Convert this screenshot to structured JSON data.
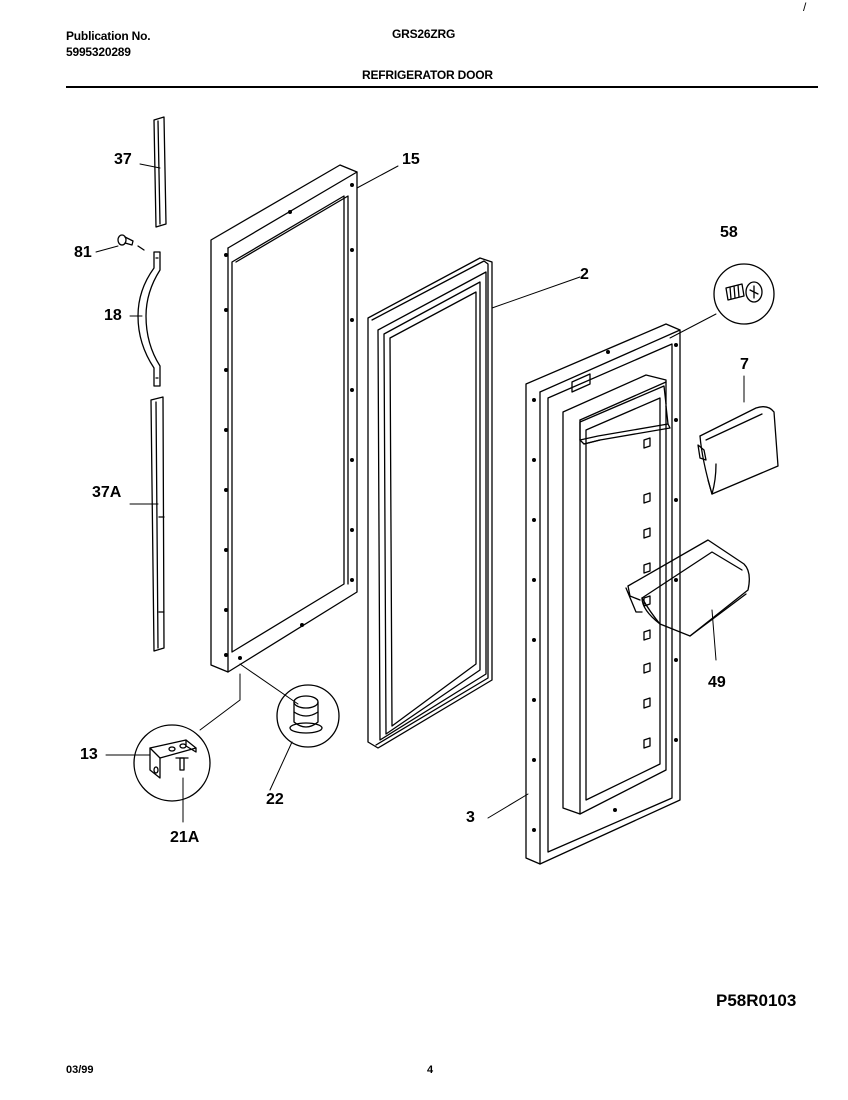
{
  "header": {
    "publication_label": "Publication No.",
    "publication_number": "5995320289",
    "model": "GRS26ZRG",
    "section_title": "REFRIGERATOR DOOR"
  },
  "diagram": {
    "parts": [
      {
        "id": "37",
        "label": "37"
      },
      {
        "id": "15",
        "label": "15"
      },
      {
        "id": "81",
        "label": "81"
      },
      {
        "id": "18",
        "label": "18"
      },
      {
        "id": "2",
        "label": "2"
      },
      {
        "id": "58",
        "label": "58"
      },
      {
        "id": "7",
        "label": "7"
      },
      {
        "id": "37A",
        "label": "37A"
      },
      {
        "id": "49",
        "label": "49"
      },
      {
        "id": "13",
        "label": "13"
      },
      {
        "id": "22",
        "label": "22"
      },
      {
        "id": "21A",
        "label": "21A"
      },
      {
        "id": "3",
        "label": "3"
      }
    ],
    "reference_code": "P58R0103"
  },
  "footer": {
    "date": "03/99",
    "page": "4"
  },
  "colors": {
    "ink": "#000000",
    "paper": "#ffffff"
  }
}
